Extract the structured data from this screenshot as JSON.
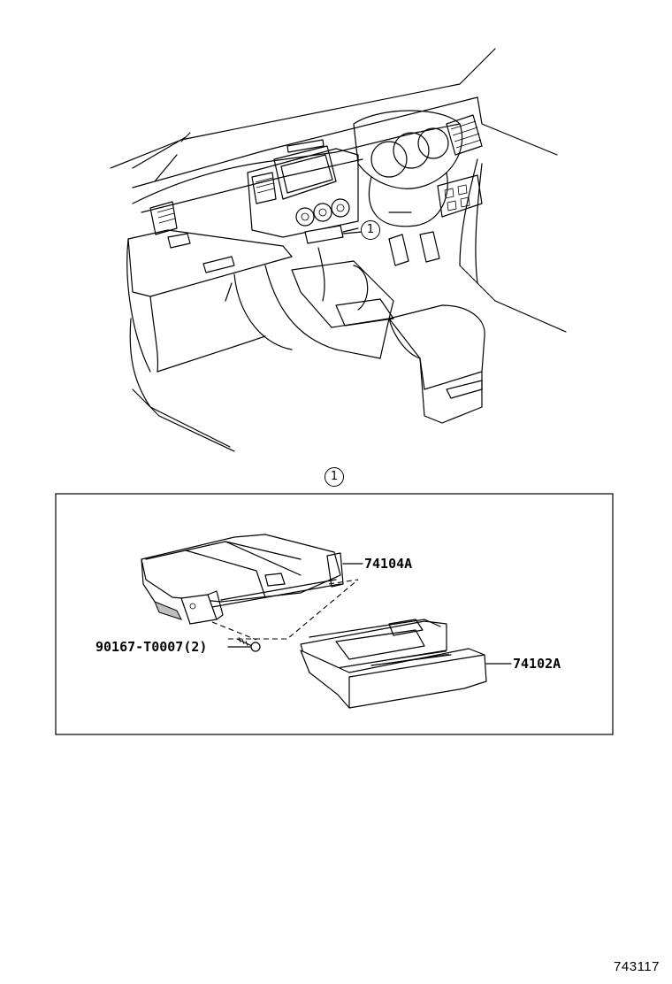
{
  "diagram": {
    "callout_ref": "1",
    "section_ref": "1",
    "parts": [
      {
        "label": "74104A"
      },
      {
        "label": "74102A"
      },
      {
        "label": "90167-T0007(2)"
      }
    ],
    "document_id": "743117"
  }
}
